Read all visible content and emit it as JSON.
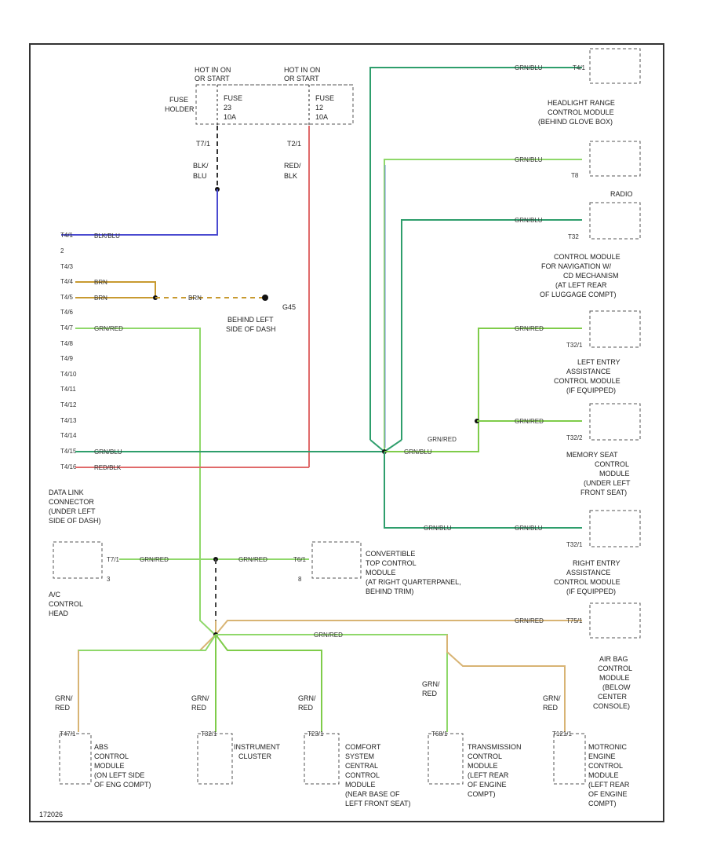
{
  "diagram_id": "172026",
  "power": {
    "hot_left": [
      "HOT IN ON",
      "OR START"
    ],
    "hot_right": [
      "HOT IN ON",
      "OR START"
    ],
    "fuse_holder": [
      "FUSE",
      "HOLDER"
    ],
    "fuse_left": [
      "FUSE",
      "23",
      "10A"
    ],
    "fuse_right": [
      "FUSE",
      "12",
      "10A"
    ],
    "pin_left": "T7/1",
    "pin_right": "T2/1",
    "wire_left": [
      "BLK/",
      "BLU"
    ],
    "wire_right": [
      "RED/",
      "BLK"
    ]
  },
  "dlc": {
    "pins": [
      "T4/1",
      "2",
      "T4/3",
      "T4/4",
      "T4/5",
      "T4/6",
      "T4/7",
      "T4/8",
      "T4/9",
      "T4/10",
      "T4/11",
      "T4/12",
      "T4/13",
      "T4/14",
      "T4/15",
      "T4/16"
    ],
    "label": [
      "DATA LINK",
      "CONNECTOR",
      "(UNDER LEFT",
      "SIDE OF DASH)"
    ],
    "w1": "BLK/BLU",
    "w4": "BRN",
    "w5": "BRN",
    "w7": "GRN/RED",
    "w15": "GRN/BLU",
    "w16": "RED/BLK"
  },
  "ground": {
    "wire": "BRN",
    "name": "G45",
    "desc": [
      "BEHIND LEFT",
      "SIDE OF DASH"
    ]
  },
  "ac": {
    "pin_a": "T7/1",
    "pin_b": "3",
    "wire": "GRN/RED",
    "label": [
      "A/C",
      "CONTROL",
      "HEAD"
    ]
  },
  "convertible": {
    "pin": "T6/1",
    "pin_b": "8",
    "wire": "GRN/RED",
    "label": [
      "CONVERTIBLE",
      "TOP CONTROL",
      "MODULE",
      "(AT RIGHT QUARTERPANEL,",
      "BEHIND TRIM)"
    ]
  },
  "right_modules": [
    {
      "pin": "T4/1",
      "wire": "GRN/BLU",
      "label": [
        "HEADLIGHT RANGE",
        "CONTROL MODULE",
        "(BEHIND GLOVE BOX)"
      ]
    },
    {
      "pin": "T8",
      "wire": "GRN/BLU",
      "label": [
        "RADIO"
      ]
    },
    {
      "pin": "T32",
      "wire": "GRN/BLU",
      "label": [
        "CONTROL MODULE",
        "FOR NAVIGATION W/",
        "CD MECHANISM",
        "(AT LEFT REAR",
        "OF LUGGAGE COMPT)"
      ]
    },
    {
      "pin": "T32/1",
      "wire": "GRN/RED",
      "label": [
        "LEFT ENTRY",
        "ASSISTANCE",
        "CONTROL MODULE",
        "(IF EQUIPPED)"
      ]
    },
    {
      "pin": "T32/2",
      "wire": "GRN/RED",
      "label": [
        "MEMORY SEAT",
        "CONTROL",
        "MODULE",
        "(UNDER LEFT",
        "FRONT SEAT)"
      ]
    },
    {
      "pin": "T32/1",
      "wire": "GRN/BLU",
      "label": [
        "RIGHT ENTRY",
        "ASSISTANCE",
        "CONTROL MODULE",
        "(IF EQUIPPED)"
      ]
    },
    {
      "pin": "T75/1",
      "wire": "GRN/RED",
      "label": [
        "AIR BAG",
        "CONTROL",
        "MODULE",
        "(BELOW",
        "CENTER",
        "CONSOLE)"
      ]
    }
  ],
  "splice_wires": {
    "grn_blu_mid": "GRN/BLU",
    "grn_red_mid": "GRN/RED",
    "grn_blu_low": "GRN/BLU",
    "grn_red_bus": "GRN/RED"
  },
  "bottom_modules": [
    {
      "pin": "T47/1",
      "wire": [
        "GRN/",
        "RED"
      ],
      "label": [
        "ABS",
        "CONTROL",
        "MODULE",
        "(ON LEFT SIDE",
        "OF ENG COMPT)"
      ]
    },
    {
      "pin": "T32/1",
      "wire": [
        "GRN/",
        "RED"
      ],
      "label": [
        "INSTRUMENT",
        "CLUSTER"
      ]
    },
    {
      "pin": "T23/1",
      "wire": [
        "GRN/",
        "RED"
      ],
      "label": [
        "COMFORT",
        "SYSTEM",
        "CENTRAL",
        "CONTROL",
        "MODULE",
        "(NEAR BASE OF",
        "LEFT FRONT SEAT)"
      ]
    },
    {
      "pin": "T68/1",
      "wire": [
        "GRN/",
        "RED"
      ],
      "label": [
        "TRANSMISSION",
        "CONTROL",
        "MODULE",
        "(LEFT REAR",
        "OF ENGINE",
        "COMPT)"
      ]
    },
    {
      "pin": "T121/1",
      "wire": [
        "GRN/",
        "RED"
      ],
      "label": [
        "MOTRONIC",
        "ENGINE",
        "CONTROL",
        "MODULE",
        "(LEFT REAR",
        "OF ENGINE",
        "COMPT)"
      ]
    }
  ],
  "colors": {
    "green_blue": "#2e9e6c",
    "green_red": "#7fcc4a",
    "red_blk": "#e06a6a",
    "blk_blu": "#4a4ad0",
    "brn": "#c89a30",
    "tan": "#d8b474",
    "light_green": "#8fd86a",
    "blue_light": "#6b8fd0"
  }
}
